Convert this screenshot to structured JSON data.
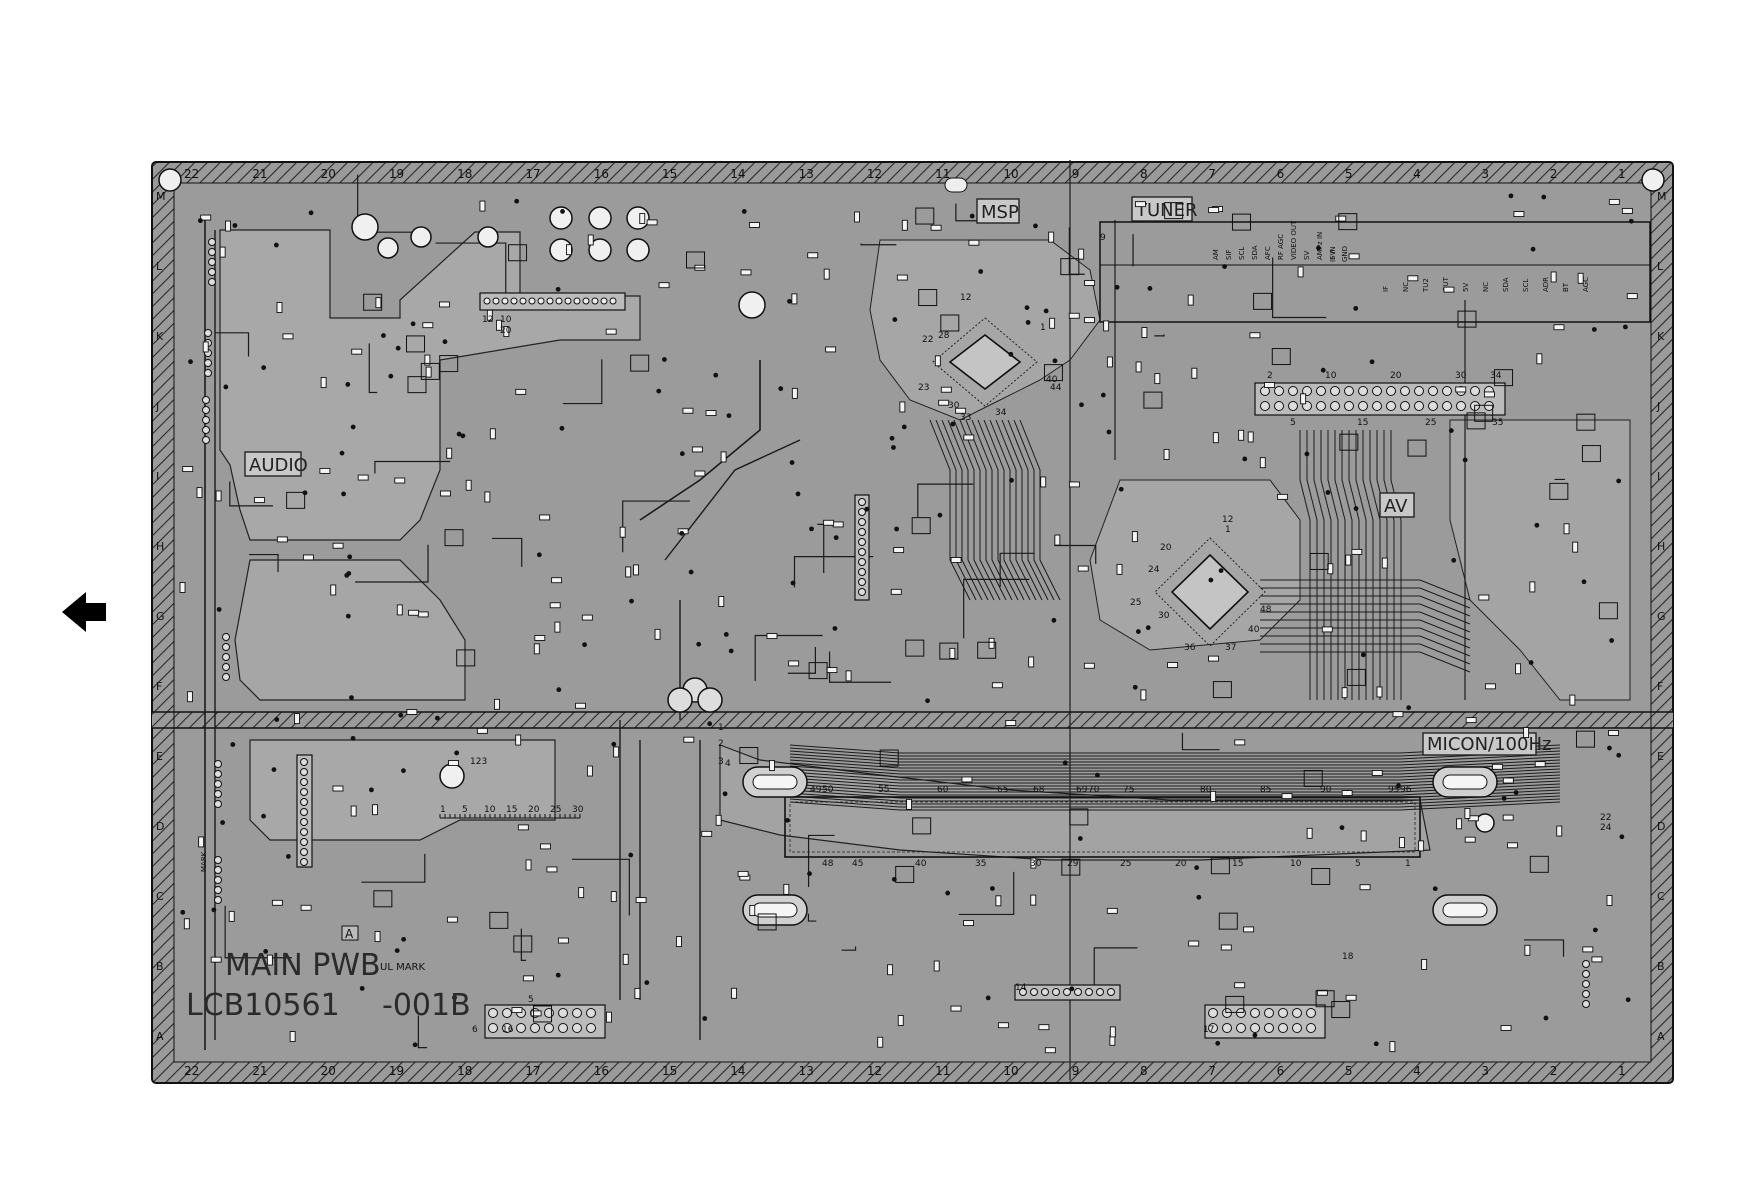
{
  "board": {
    "title_line1": "MAIN PWB",
    "title_line2": "LCB10561",
    "title_suffix": "-001B",
    "ul_mark": "UL MARK",
    "mark_small": "MARK",
    "a_mark": "A"
  },
  "section_labels": {
    "audio": "AUDIO",
    "msp": "MSP",
    "tuner": "TUNER",
    "av": "AV",
    "micon": "MICON/100Hz"
  },
  "column_labels_top": [
    "22",
    "21",
    "20",
    "19",
    "18",
    "17",
    "16",
    "15",
    "14",
    "13",
    "12",
    "11",
    "10",
    "9",
    "8",
    "7",
    "6",
    "5",
    "4",
    "3",
    "2",
    "1"
  ],
  "column_labels_bottom": [
    "22",
    "21",
    "20",
    "19",
    "18",
    "17",
    "16",
    "15",
    "14",
    "13",
    "12",
    "11",
    "10",
    "9",
    "8",
    "7",
    "6",
    "5",
    "4",
    "3",
    "2",
    "1"
  ],
  "row_labels": [
    "M",
    "L",
    "K",
    "J",
    "I",
    "H",
    "G",
    "F",
    "E",
    "D",
    "C",
    "B",
    "A"
  ],
  "tuner_pins_left": [
    "AM",
    "SIF",
    "SCL",
    "SDA",
    "AFC",
    "RF AGC",
    "VIDEO OUT",
    "SV",
    "AMPz IN",
    "5V"
  ],
  "tuner_pins_right": [
    "IF",
    "NC",
    "TU2",
    "OUT",
    "5V",
    "NC",
    "SDA",
    "SCL",
    "ADR",
    "BT",
    "AGC"
  ],
  "tuner_small": [
    "IF IN",
    "GND"
  ],
  "connector_numbers": {
    "c_top_a": "12",
    "c_top_b": "10",
    "c_top_c": "20",
    "c_tun_a": "2",
    "c_tun_b": "10",
    "c_tun_c": "20",
    "c_tun_d": "30",
    "c_tun_e": "34",
    "c_tun_f": "5",
    "c_tun_g": "15",
    "c_tun_h": "25",
    "c_tun_i": "35"
  },
  "ic_pins": {
    "msp": [
      "22",
      "28",
      "23",
      "30",
      "33",
      "34",
      "40",
      "44",
      "1",
      "12"
    ],
    "av": [
      "1",
      "12",
      "20",
      "24",
      "25",
      "30",
      "36",
      "37",
      "40",
      "48"
    ]
  },
  "micon_pins_top": [
    "49",
    "50",
    "55",
    "60",
    "65",
    "68",
    "69",
    "70",
    "75",
    "80",
    "85",
    "90",
    "95",
    "96"
  ],
  "micon_pins_bottom": [
    "48",
    "45",
    "40",
    "35",
    "30",
    "29",
    "25",
    "20",
    "15",
    "10",
    "5",
    "1"
  ],
  "scale_pins": [
    "1",
    "5",
    "10",
    "15",
    "20",
    "25",
    "30"
  ],
  "misc_marks": [
    "123",
    "1",
    "2",
    "3",
    "4",
    "5",
    "6",
    "16",
    "17",
    "18",
    "14",
    "9",
    "22",
    "24"
  ],
  "arrow_icon": "left-arrow-icon"
}
